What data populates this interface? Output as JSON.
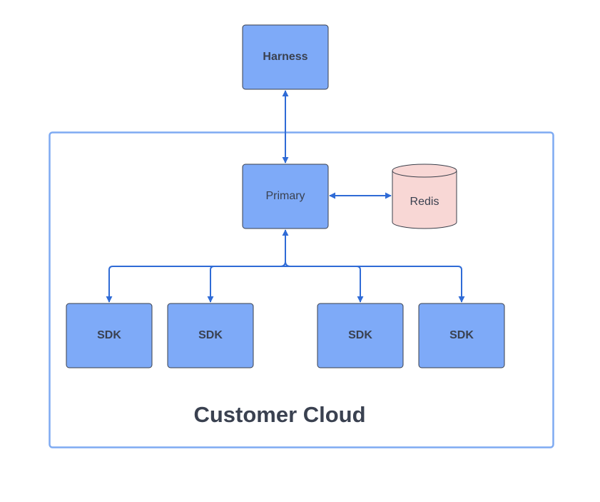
{
  "nodes": {
    "harness": {
      "label": "Harness"
    },
    "primary": {
      "label": "Primary"
    },
    "redis": {
      "label": "Redis"
    },
    "sdks": [
      {
        "label": "SDK"
      },
      {
        "label": "SDK"
      },
      {
        "label": "SDK"
      },
      {
        "label": "SDK"
      }
    ]
  },
  "container": {
    "label": "Customer Cloud"
  },
  "colors": {
    "node_fill": "#7eaaf8",
    "node_stroke": "#3a3f4a",
    "redis_fill": "#f8d7d5",
    "container_stroke": "#7eaaf2",
    "arrow": "#2f6bd6",
    "text": "#3a4150"
  }
}
